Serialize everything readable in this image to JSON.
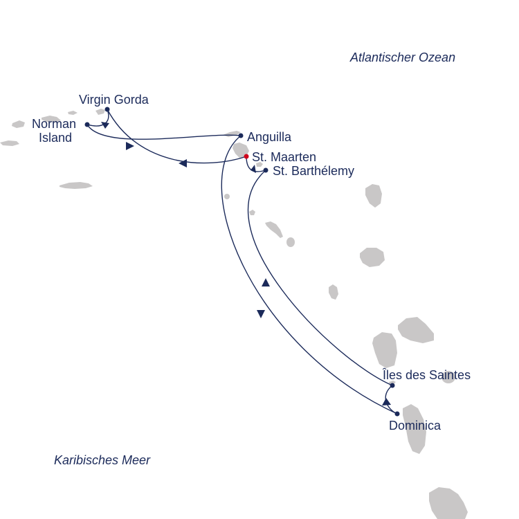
{
  "seas": {
    "atlantic": "Atlantischer Ozean",
    "caribbean": "Karibisches Meer"
  },
  "ports": {
    "virgin_gorda": "Virgin Gorda",
    "norman_line1": "Norman",
    "norman_line2": "Island",
    "anguilla": "Anguilla",
    "st_maarten": "St. Maarten",
    "st_barthelemy": "St. Barthélemy",
    "iles_des_saintes": "Îles des Saintes",
    "dominica": "Dominica"
  },
  "colors": {
    "route": "#1b2a5a",
    "land": "#c9c7c7",
    "home_port": "#d0021b"
  }
}
